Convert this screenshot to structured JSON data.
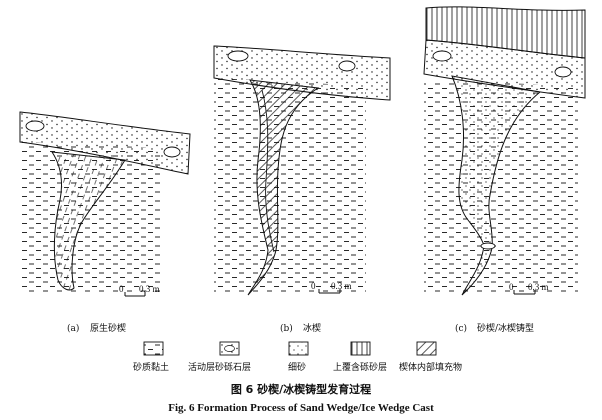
{
  "panels": [
    {
      "letter": "(a)",
      "title": "原生砂楔",
      "scale": "0.3 m",
      "zero": "0"
    },
    {
      "letter": "(b)",
      "title": "冰楔",
      "scale": "0.3 m",
      "zero": "0"
    },
    {
      "letter": "(c)",
      "title": "砂楔/冰楔铸型",
      "scale": "0.3 m",
      "zero": "0"
    }
  ],
  "legend": [
    {
      "label": "砂质黏土",
      "pattern": "sandy-clay"
    },
    {
      "label": "活动层砂砾石层",
      "pattern": "active-layer-gravel"
    },
    {
      "label": "细砂",
      "pattern": "fine-sand"
    },
    {
      "label": "上覆含砾砂层",
      "pattern": "overlying-gravelly-sand"
    },
    {
      "label": "楔体内部填充物",
      "pattern": "wedge-infill"
    }
  ],
  "caption": {
    "chinese": "图 6   砂楔/冰楔铸型发育过程",
    "english": "Fig. 6    Formation Process of Sand Wedge/Ice Wedge Cast"
  },
  "colors": {
    "ink": "#111111",
    "background": "#ffffff"
  }
}
